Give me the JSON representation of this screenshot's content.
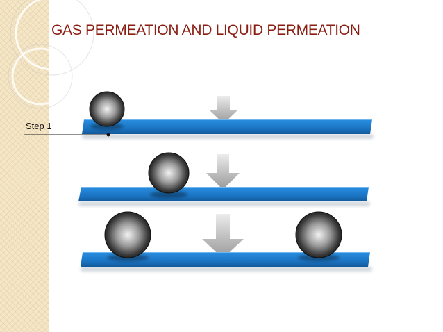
{
  "slide": {
    "title": "GAS PERMEATION AND LIQUID PERMEATION",
    "step_label": "Step 1"
  },
  "colors": {
    "title": "#8a1e12",
    "membrane": "#1b78c8",
    "membrane_shadow": "#cfd6de",
    "arrow": "#b8b8b8",
    "sphere_dark": "#1a1a1a",
    "sphere_light": "#f2f2f2",
    "sidebar": "#f4e6c6"
  },
  "diagram": {
    "stages": [
      {
        "spheres": 1,
        "arrow": "down"
      },
      {
        "spheres": 1,
        "arrow": "down"
      },
      {
        "spheres": 2,
        "arrow": "down"
      }
    ]
  }
}
